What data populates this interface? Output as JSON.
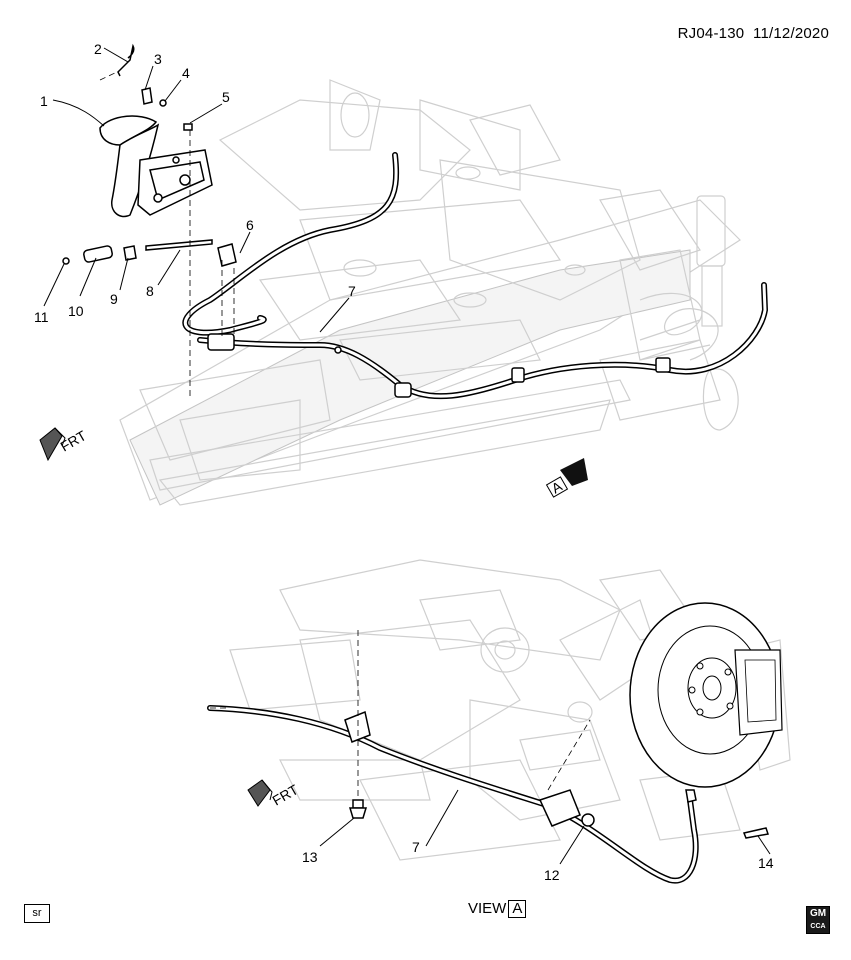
{
  "header": {
    "code": "RJ04-130",
    "date": "11/12/2020"
  },
  "callouts": {
    "c1": "1",
    "c2": "2",
    "c3": "3",
    "c4": "4",
    "c5": "5",
    "c6": "6",
    "c7_top": "7",
    "c8": "8",
    "c9": "9",
    "c10": "10",
    "c11": "11",
    "c12": "12",
    "c13": "13",
    "c7_bottom": "7",
    "c14": "14"
  },
  "markers": {
    "frt_top": "FRT",
    "frt_bottom": "FRT",
    "view_arrow": "A"
  },
  "footer": {
    "corner_tag": "sr",
    "view_word": "VIEW",
    "view_letter": "A",
    "logo_line1": "GM",
    "logo_line2": "CCA"
  }
}
